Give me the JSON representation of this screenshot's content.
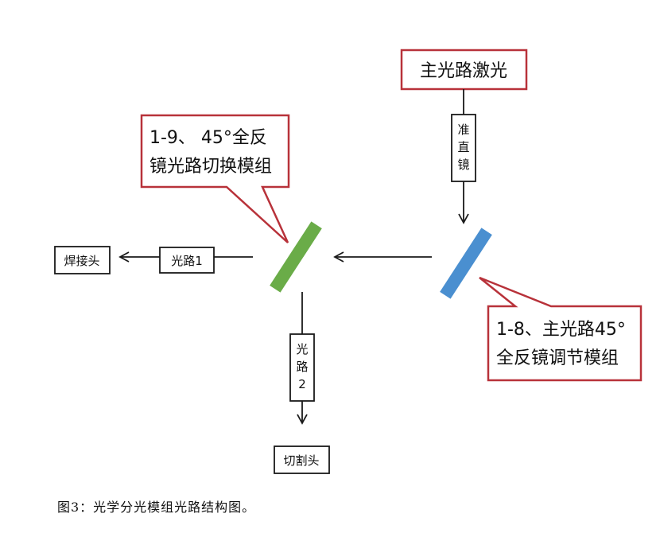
{
  "colors": {
    "callout_border": "#b8323a",
    "green_mirror": "#6aac48",
    "blue_mirror": "#4a8fd0",
    "line": "#1a1a1a"
  },
  "boxes": {
    "main_laser": "主光路激光",
    "collimator": [
      "准",
      "直",
      "镜"
    ],
    "welding_head": "焊接头",
    "path1": "光路1",
    "path2": [
      "光",
      "路",
      "2"
    ],
    "cutting_head": "切割头"
  },
  "callouts": {
    "switch_module": [
      "1-9、 45°全反",
      "镜光路切换模组"
    ],
    "adjust_module": [
      "1-8、主光路45°",
      "全反镜调节模组"
    ]
  },
  "caption": "图3：光学分光模组光路结构图。"
}
